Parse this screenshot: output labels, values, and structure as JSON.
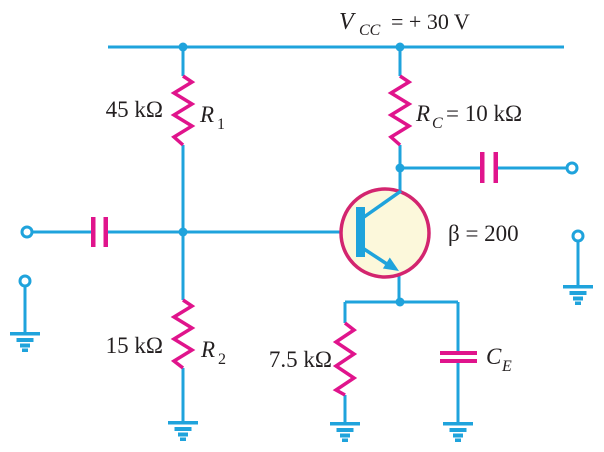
{
  "colors": {
    "background": "#FFFFFF",
    "wire": "#1FA3DC",
    "component": "#E0148C",
    "transistor_outline": "#D3256F",
    "transistor_fill": "#FCF8DB",
    "text": "#231F20"
  },
  "labels": {
    "supply": {
      "symbol": "V",
      "subscript": "CC",
      "value": "= + 30 V"
    },
    "r1": {
      "value": "45 kΩ",
      "symbol": "R",
      "subscript": "1"
    },
    "r2": {
      "value": "15 kΩ",
      "symbol": "R",
      "subscript": "2"
    },
    "rc": {
      "symbol": "R",
      "subscript": "C",
      "value": "= 10 kΩ"
    },
    "re": {
      "value": "7.5 kΩ"
    },
    "ce": {
      "symbol": "C",
      "subscript": "E"
    },
    "beta": {
      "value": "β = 200"
    }
  },
  "icons": {
    "resistor": "magenta-zigzag",
    "capacitor": "parallel-plates",
    "ground": "stacked-bars",
    "terminal": "open-circle",
    "transistor": "npn-bjt-in-circle",
    "junction": "filled-dot"
  }
}
